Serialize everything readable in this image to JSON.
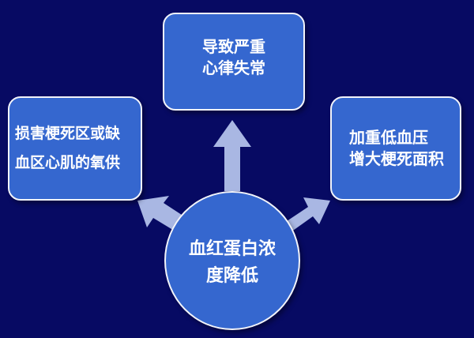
{
  "colors": {
    "background": "#070A63",
    "node_fill": "#3567CF",
    "node_border": "#F2F4FA",
    "arrow_fill": "#A9B7E3",
    "text": "#FFFFFF"
  },
  "nodes": {
    "center": {
      "lines": [
        "血红蛋白浓",
        "度降低"
      ]
    },
    "top": {
      "lines": [
        "导致严重",
        "心律失常"
      ]
    },
    "left": {
      "lines": [
        "损害梗死区或缺",
        "血区心肌的氧供"
      ]
    },
    "right": {
      "lines": [
        "加重低血压",
        "增大梗死面积"
      ]
    }
  },
  "edges": [
    {
      "from": "center",
      "to": "top"
    },
    {
      "from": "center",
      "to": "left"
    },
    {
      "from": "center",
      "to": "right"
    }
  ]
}
